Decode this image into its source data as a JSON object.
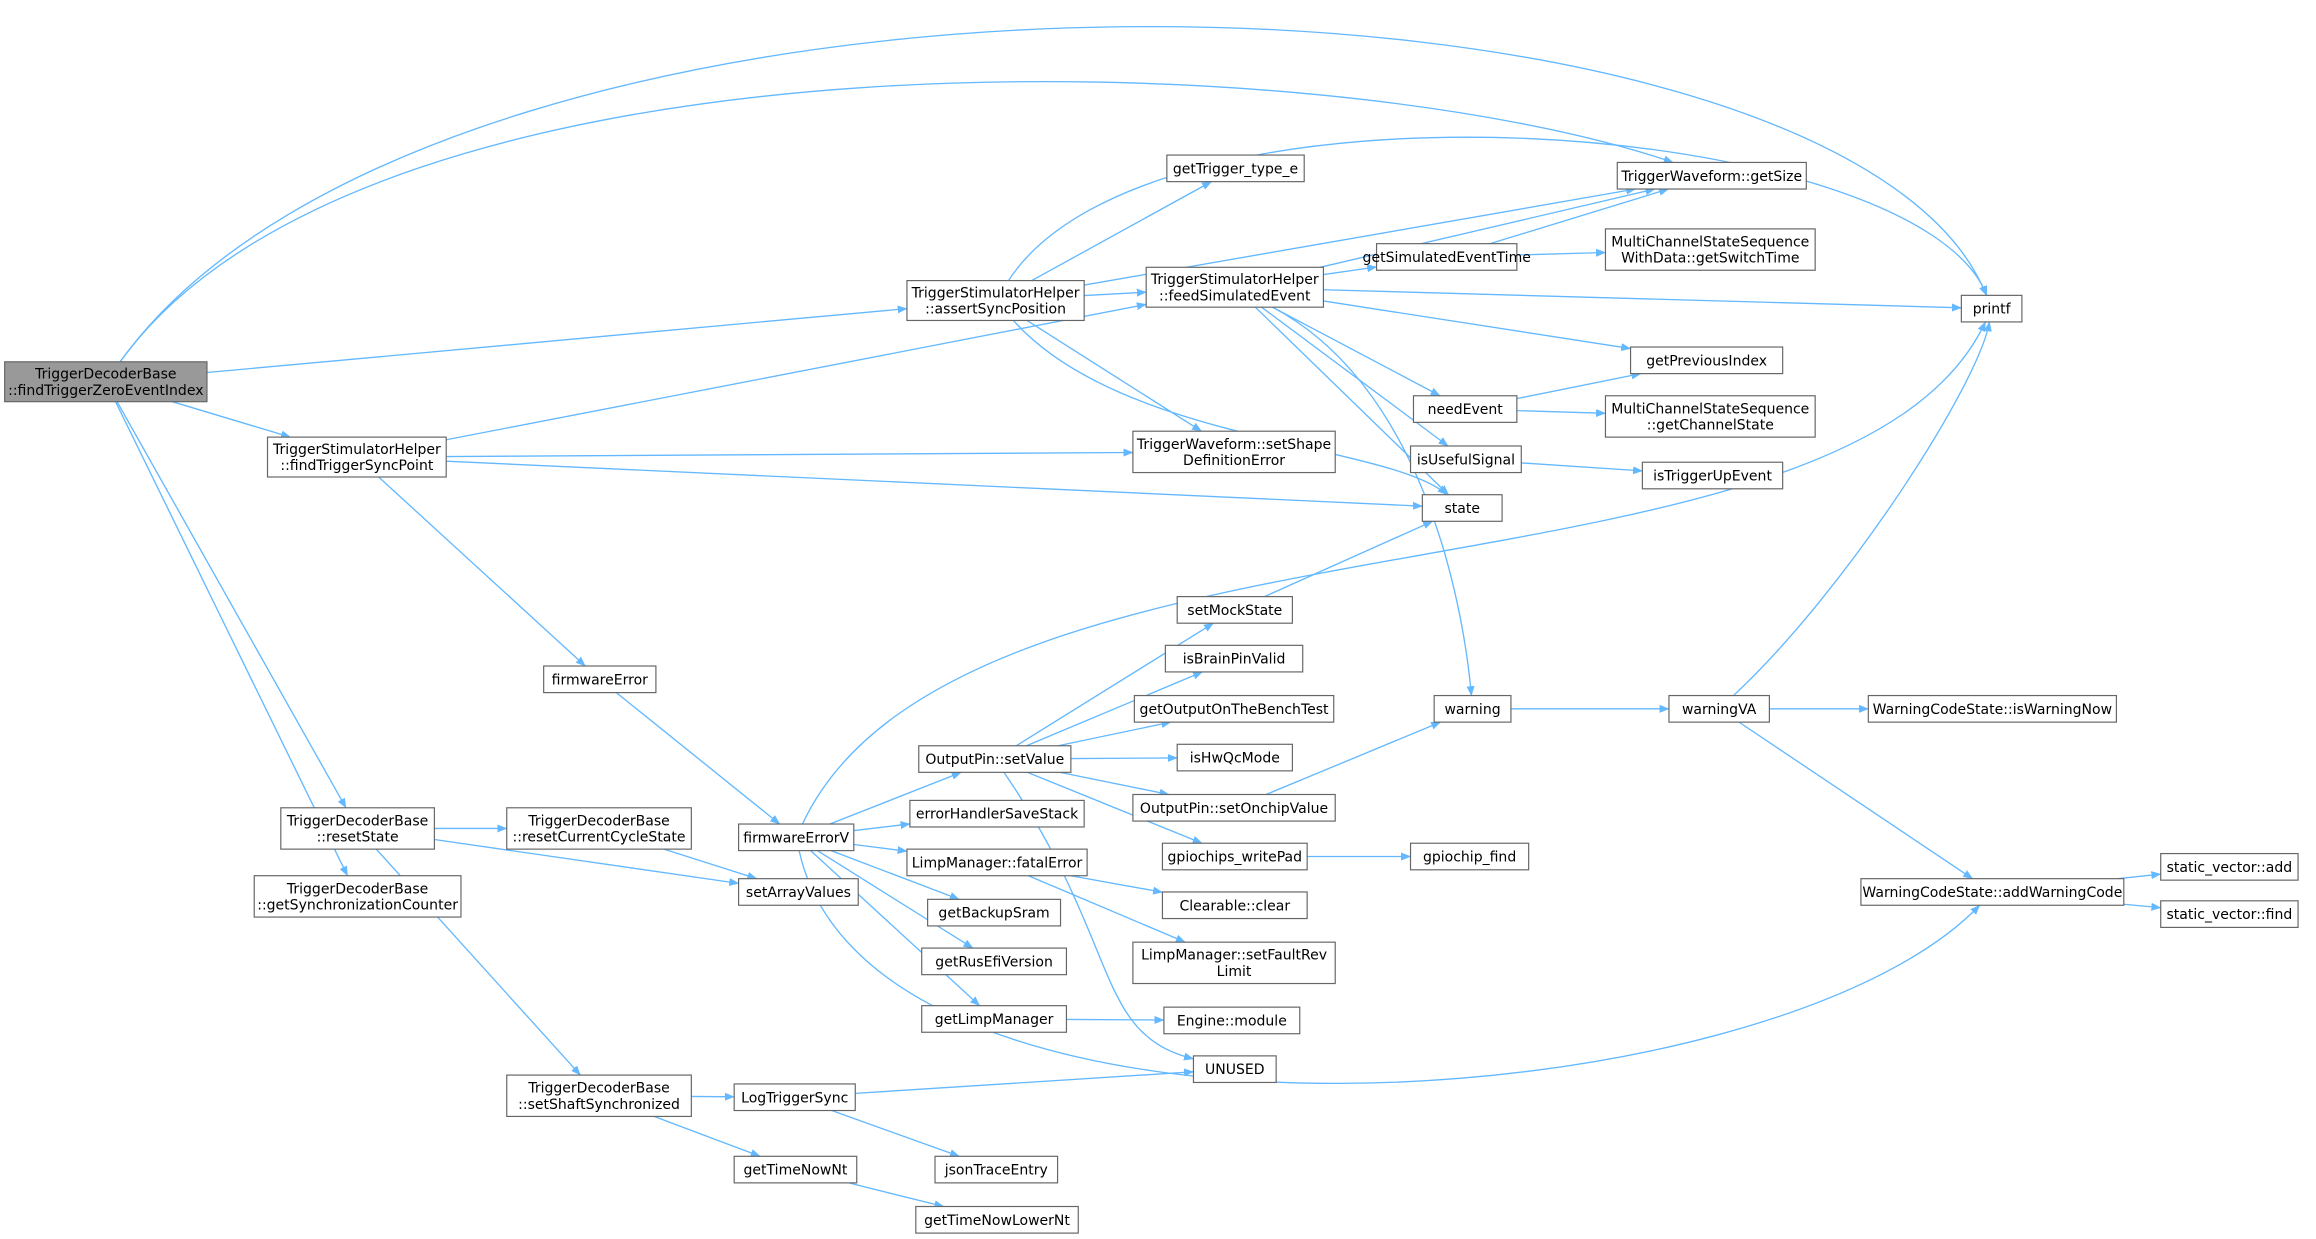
{
  "colors": {
    "edge": "#63b8ff",
    "root_fill": "#999999",
    "node_fill": "#ffffff",
    "node_border": "#666666"
  },
  "nodes": [
    {
      "id": "root",
      "lines": [
        "TriggerDecoderBase",
        "::findTriggerZeroEventIndex"
      ],
      "root": true
    },
    {
      "id": "findTriggerSyncPoint",
      "lines": [
        "TriggerStimulatorHelper",
        "::findTriggerSyncPoint"
      ]
    },
    {
      "id": "assertSyncPosition",
      "lines": [
        "TriggerStimulatorHelper",
        "::assertSyncPosition"
      ]
    },
    {
      "id": "feedSimulatedEvent",
      "lines": [
        "TriggerStimulatorHelper",
        "::feedSimulatedEvent"
      ]
    },
    {
      "id": "getTrigger_type_e",
      "lines": [
        "getTrigger_type_e"
      ]
    },
    {
      "id": "getSize",
      "lines": [
        "TriggerWaveform::getSize"
      ]
    },
    {
      "id": "getSimulatedEventTime",
      "lines": [
        "getSimulatedEventTime"
      ]
    },
    {
      "id": "getSwitchTime",
      "lines": [
        "MultiChannelStateSequence",
        "WithData::getSwitchTime"
      ]
    },
    {
      "id": "printf",
      "lines": [
        "printf"
      ]
    },
    {
      "id": "getPreviousIndex",
      "lines": [
        "getPreviousIndex"
      ]
    },
    {
      "id": "needEvent",
      "lines": [
        "needEvent"
      ]
    },
    {
      "id": "getChannelState",
      "lines": [
        "MultiChannelStateSequence",
        "::getChannelState"
      ]
    },
    {
      "id": "setShapeDefinitionError",
      "lines": [
        "TriggerWaveform::setShape",
        "DefinitionError"
      ]
    },
    {
      "id": "isUsefulSignal",
      "lines": [
        "isUsefulSignal"
      ]
    },
    {
      "id": "isTriggerUpEvent",
      "lines": [
        "isTriggerUpEvent"
      ]
    },
    {
      "id": "state",
      "lines": [
        "state"
      ]
    },
    {
      "id": "setMockState",
      "lines": [
        "setMockState"
      ]
    },
    {
      "id": "isBrainPinValid",
      "lines": [
        "isBrainPinValid"
      ]
    },
    {
      "id": "getOutputOnTheBenchTest",
      "lines": [
        "getOutputOnTheBenchTest"
      ]
    },
    {
      "id": "setValue",
      "lines": [
        "OutputPin::setValue"
      ]
    },
    {
      "id": "isHwQcMode",
      "lines": [
        "isHwQcMode"
      ]
    },
    {
      "id": "warning",
      "lines": [
        "warning"
      ]
    },
    {
      "id": "warningVA",
      "lines": [
        "warningVA"
      ]
    },
    {
      "id": "isWarningNow",
      "lines": [
        "WarningCodeState::isWarningNow"
      ]
    },
    {
      "id": "firmwareError",
      "lines": [
        "firmwareError"
      ]
    },
    {
      "id": "setOnchipValue",
      "lines": [
        "OutputPin::setOnchipValue"
      ]
    },
    {
      "id": "errorHandlerSaveStack",
      "lines": [
        "errorHandlerSaveStack"
      ]
    },
    {
      "id": "firmwareErrorV",
      "lines": [
        "firmwareErrorV"
      ]
    },
    {
      "id": "resetState",
      "lines": [
        "TriggerDecoderBase",
        "::resetState"
      ]
    },
    {
      "id": "resetCurrentCycleState",
      "lines": [
        "TriggerDecoderBase",
        "::resetCurrentCycleState"
      ]
    },
    {
      "id": "gpiochips_writePad",
      "lines": [
        "gpiochips_writePad"
      ]
    },
    {
      "id": "gpiochip_find",
      "lines": [
        "gpiochip_find"
      ]
    },
    {
      "id": "fatalError",
      "lines": [
        "LimpManager::fatalError"
      ]
    },
    {
      "id": "addWarningCode",
      "lines": [
        "WarningCodeState::addWarningCode"
      ]
    },
    {
      "id": "svAdd",
      "lines": [
        "static_vector::add"
      ]
    },
    {
      "id": "svFind",
      "lines": [
        "static_vector::find"
      ]
    },
    {
      "id": "getSynchronizationCounter",
      "lines": [
        "TriggerDecoderBase",
        "::getSynchronizationCounter"
      ]
    },
    {
      "id": "setArrayValues",
      "lines": [
        "setArrayValues"
      ]
    },
    {
      "id": "clear",
      "lines": [
        "Clearable::clear"
      ]
    },
    {
      "id": "getBackupSram",
      "lines": [
        "getBackupSram"
      ]
    },
    {
      "id": "setFaultRevLimit",
      "lines": [
        "LimpManager::setFaultRev",
        "Limit"
      ]
    },
    {
      "id": "getRusEfiVersion",
      "lines": [
        "getRusEfiVersion"
      ]
    },
    {
      "id": "getLimpManager",
      "lines": [
        "getLimpManager"
      ]
    },
    {
      "id": "engineModule",
      "lines": [
        "Engine::module"
      ]
    },
    {
      "id": "UNUSED",
      "lines": [
        "UNUSED"
      ]
    },
    {
      "id": "setShaftSynchronized",
      "lines": [
        "TriggerDecoderBase",
        "::setShaftSynchronized"
      ]
    },
    {
      "id": "LogTriggerSync",
      "lines": [
        "LogTriggerSync"
      ]
    },
    {
      "id": "jsonTraceEntry",
      "lines": [
        "jsonTraceEntry"
      ]
    },
    {
      "id": "getTimeNowNt",
      "lines": [
        "getTimeNowNt"
      ]
    },
    {
      "id": "getTimeNowLowerNt",
      "lines": [
        "getTimeNowLowerNt"
      ]
    }
  ],
  "edges": [
    [
      "root",
      "printf"
    ],
    [
      "root",
      "getSize"
    ],
    [
      "root",
      "assertSyncPosition"
    ],
    [
      "root",
      "findTriggerSyncPoint"
    ],
    [
      "root",
      "resetState"
    ],
    [
      "root",
      "getSynchronizationCounter"
    ],
    [
      "findTriggerSyncPoint",
      "feedSimulatedEvent"
    ],
    [
      "findTriggerSyncPoint",
      "setShapeDefinitionError"
    ],
    [
      "findTriggerSyncPoint",
      "state"
    ],
    [
      "findTriggerSyncPoint",
      "firmwareError"
    ],
    [
      "assertSyncPosition",
      "getTrigger_type_e"
    ],
    [
      "assertSyncPosition",
      "getSize"
    ],
    [
      "assertSyncPosition",
      "printf"
    ],
    [
      "assertSyncPosition",
      "feedSimulatedEvent"
    ],
    [
      "assertSyncPosition",
      "setShapeDefinitionError"
    ],
    [
      "assertSyncPosition",
      "state"
    ],
    [
      "feedSimulatedEvent",
      "getSize"
    ],
    [
      "feedSimulatedEvent",
      "getSimulatedEventTime"
    ],
    [
      "feedSimulatedEvent",
      "printf"
    ],
    [
      "feedSimulatedEvent",
      "getPreviousIndex"
    ],
    [
      "feedSimulatedEvent",
      "needEvent"
    ],
    [
      "feedSimulatedEvent",
      "isUsefulSignal"
    ],
    [
      "feedSimulatedEvent",
      "state"
    ],
    [
      "feedSimulatedEvent",
      "warning"
    ],
    [
      "getSimulatedEventTime",
      "getSize"
    ],
    [
      "getSimulatedEventTime",
      "getSwitchTime"
    ],
    [
      "needEvent",
      "getPreviousIndex"
    ],
    [
      "needEvent",
      "getChannelState"
    ],
    [
      "isUsefulSignal",
      "isTriggerUpEvent"
    ],
    [
      "setMockState",
      "state"
    ],
    [
      "firmwareError",
      "firmwareErrorV"
    ],
    [
      "firmwareErrorV",
      "printf"
    ],
    [
      "firmwareErrorV",
      "setValue"
    ],
    [
      "firmwareErrorV",
      "errorHandlerSaveStack"
    ],
    [
      "firmwareErrorV",
      "fatalError"
    ],
    [
      "firmwareErrorV",
      "getBackupSram"
    ],
    [
      "firmwareErrorV",
      "getRusEfiVersion"
    ],
    [
      "firmwareErrorV",
      "getLimpManager"
    ],
    [
      "firmwareErrorV",
      "addWarningCode"
    ],
    [
      "setValue",
      "setMockState"
    ],
    [
      "setValue",
      "isBrainPinValid"
    ],
    [
      "setValue",
      "getOutputOnTheBenchTest"
    ],
    [
      "setValue",
      "isHwQcMode"
    ],
    [
      "setValue",
      "setOnchipValue"
    ],
    [
      "setValue",
      "gpiochips_writePad"
    ],
    [
      "setValue",
      "UNUSED"
    ],
    [
      "setOnchipValue",
      "warning"
    ],
    [
      "warning",
      "warningVA"
    ],
    [
      "warningVA",
      "printf"
    ],
    [
      "warningVA",
      "isWarningNow"
    ],
    [
      "warningVA",
      "addWarningCode"
    ],
    [
      "addWarningCode",
      "svAdd"
    ],
    [
      "addWarningCode",
      "svFind"
    ],
    [
      "gpiochips_writePad",
      "gpiochip_find"
    ],
    [
      "fatalError",
      "clear"
    ],
    [
      "fatalError",
      "setFaultRevLimit"
    ],
    [
      "getLimpManager",
      "engineModule"
    ],
    [
      "resetState",
      "resetCurrentCycleState"
    ],
    [
      "resetState",
      "setArrayValues"
    ],
    [
      "resetState",
      "setShaftSynchronized"
    ],
    [
      "resetCurrentCycleState",
      "setArrayValues"
    ],
    [
      "setShaftSynchronized",
      "LogTriggerSync"
    ],
    [
      "setShaftSynchronized",
      "getTimeNowNt"
    ],
    [
      "LogTriggerSync",
      "UNUSED"
    ],
    [
      "LogTriggerSync",
      "jsonTraceEntry"
    ],
    [
      "getTimeNowNt",
      "getTimeNowLowerNt"
    ]
  ]
}
